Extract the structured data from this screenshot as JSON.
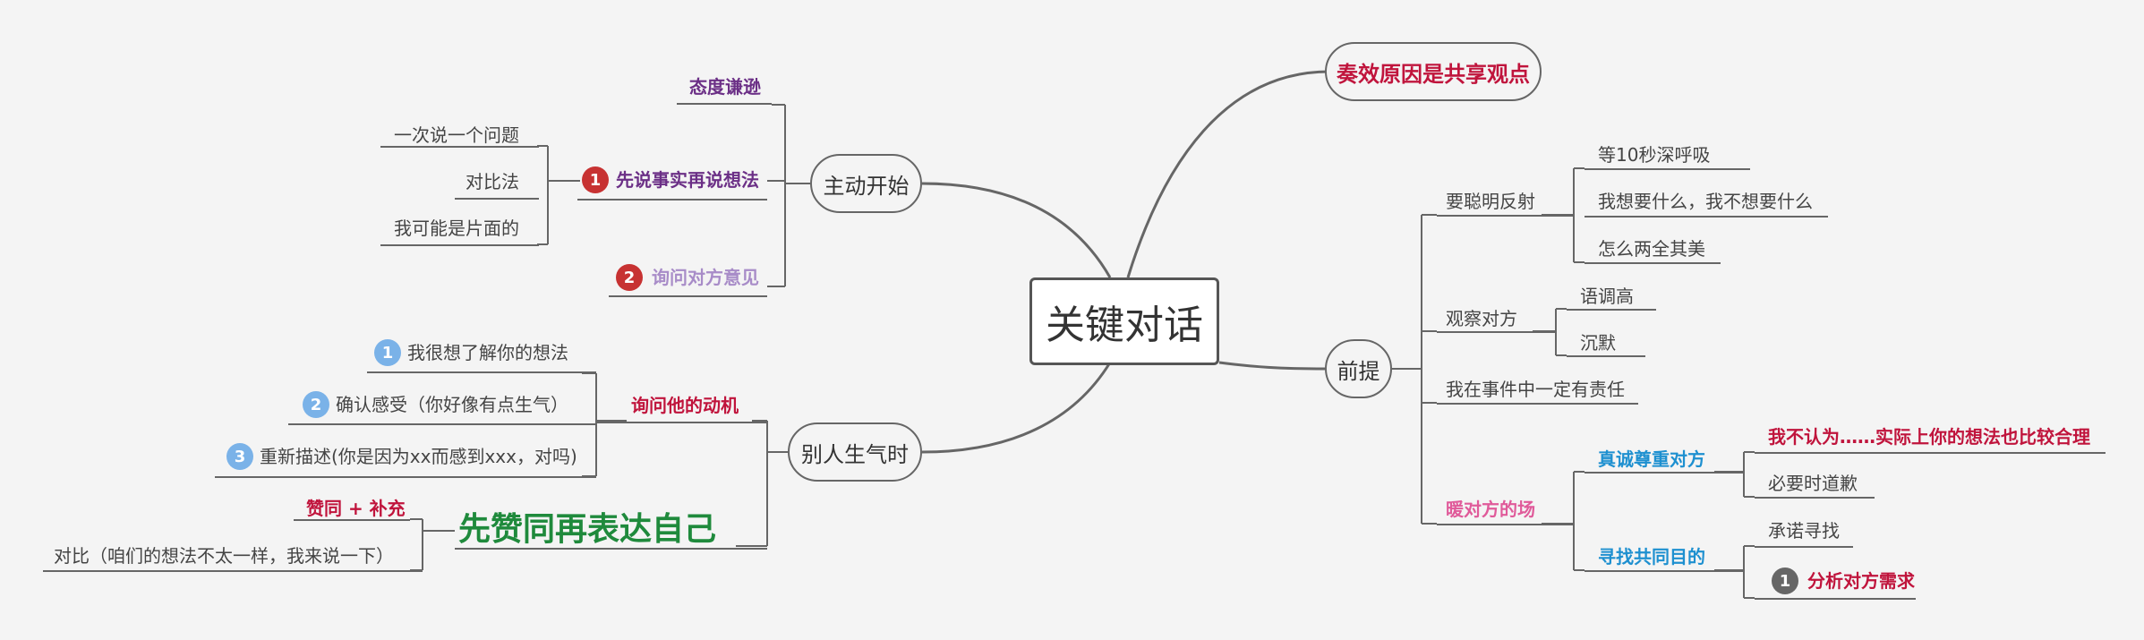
{
  "center": "关键对话",
  "top_right": "奏效原因是共享观点",
  "left_top": {
    "label": "主动开始",
    "attitude": "态度谦逊",
    "first": "先说事实再说想法",
    "first_children": [
      "一次说一个问题",
      "对比法",
      "我可能是片面的"
    ],
    "second": "询问对方意见"
  },
  "left_bottom": {
    "label": "别人生气时",
    "motive": "询问他的动机",
    "motive_children": [
      "我很想了解你的想法",
      "确认感受（你好像有点生气）",
      "重新描述(你是因为xx而感到xxx，对吗)"
    ],
    "big": "先赞同再表达自己",
    "agree": "赞同 + 补充",
    "compare": "对比（咱们的想法不太一样，我来说一下）"
  },
  "right": {
    "label": "前提",
    "smart": "要聪明反射",
    "smart_children": [
      "等10秒深呼吸",
      "我想要什么，我不想要什么",
      "怎么两全其美"
    ],
    "observe": "观察对方",
    "observe_children": [
      "语调高",
      "沉默"
    ],
    "responsibility": "我在事件中一定有责任",
    "warm": "暖对方的场",
    "sincere": "真诚尊重对方",
    "sincere_children": [
      "我不认为……实际上你的想法也比较合理",
      "必要时道歉"
    ],
    "common": "寻找共同目的",
    "common_children": [
      "承诺寻找",
      "分析对方需求"
    ]
  },
  "badges": [
    "1",
    "2",
    "1",
    "2",
    "3",
    "1"
  ],
  "colors": {
    "purple": "#6b2f86",
    "light_purple": "#a88cc8",
    "red": "#c0143c",
    "green": "#1f8a3c",
    "blue": "#1e90d0",
    "pink": "#e05a9a",
    "badge_red": "#c73232",
    "badge_blue": "#7ab2e8",
    "badge_gray": "#666666"
  }
}
